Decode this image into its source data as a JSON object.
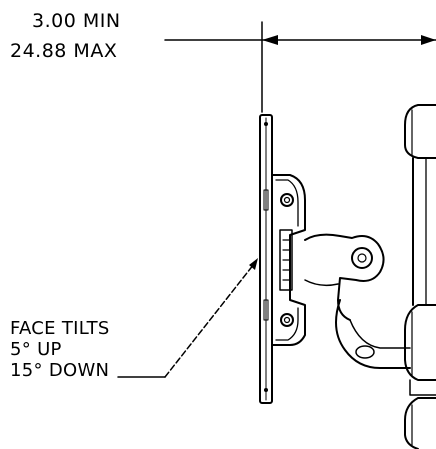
{
  "dimension": {
    "min_label": "3.00 MIN",
    "max_label": "24.88 MAX"
  },
  "tilt_note": {
    "line1": "FACE TILTS",
    "line2": "5° UP",
    "line3": "15° DOWN"
  },
  "colors": {
    "line": "#000000",
    "background": "#ffffff"
  }
}
